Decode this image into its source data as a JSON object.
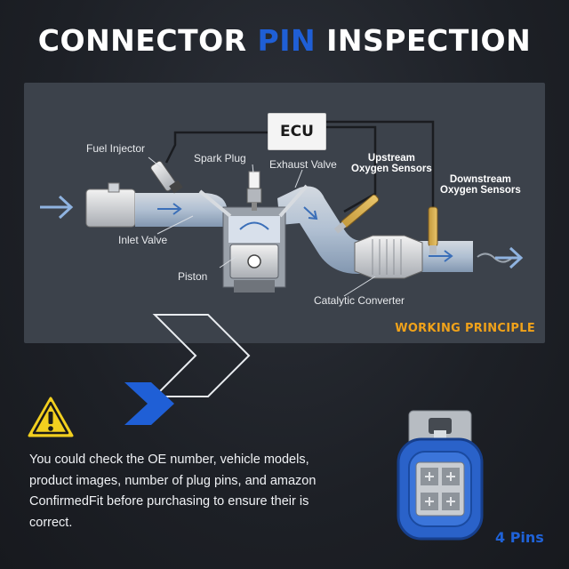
{
  "title": {
    "part1": "CONNECTOR ",
    "accent": "PIN",
    "part2": " INSPECTION"
  },
  "diagram": {
    "ecu_label": "ECU",
    "labels": {
      "fuel_injector": "Fuel Injector",
      "spark_plug": "Spark Plug",
      "exhaust_valve": "Exhaust Valve",
      "upstream_line1": "Upstream",
      "upstream_line2": "Oxygen Sensors",
      "downstream_line1": "Downstream",
      "downstream_line2": "Oxygen Sensors",
      "inlet_valve": "Inlet Valve",
      "piston": "Piston",
      "catalytic_converter": "Catalytic Converter"
    },
    "caption": "WORKING PRINCIPLE"
  },
  "notice": {
    "text": "You could check the OE number, vehicle models, product images, number of plug pins, and amazon ConfirmedFit before purchasing to ensure their is correct."
  },
  "connector": {
    "pins_label": "4 Pins"
  },
  "colors": {
    "accent_blue": "#1f5fd6",
    "caption_orange": "#f0a21a",
    "warning_yellow": "#f2cf1f"
  }
}
